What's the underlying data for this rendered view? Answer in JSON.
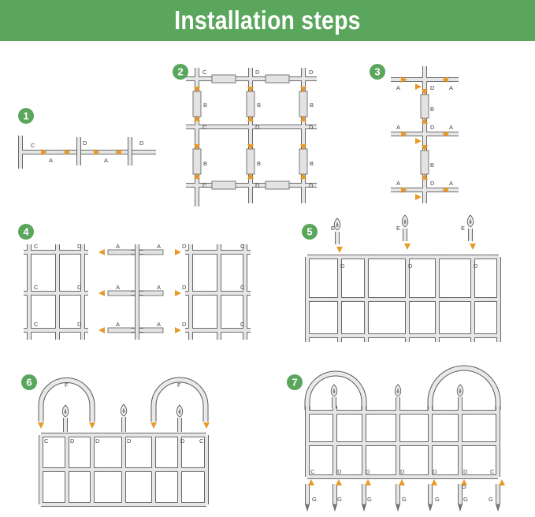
{
  "page": {
    "title": "Installation steps"
  },
  "colors": {
    "header_bg": "#5aa65c",
    "arrow": "#e79a2a",
    "pipe_outline": "#5a5a5a",
    "pipe_fill": "#e3e3e3"
  },
  "steps": [
    {
      "number": "1",
      "labels": [
        "C",
        "A",
        "D",
        "A",
        "D"
      ]
    },
    {
      "number": "2",
      "labels": [
        "C",
        "D",
        "D",
        "B",
        "B",
        "B",
        "C",
        "D",
        "D",
        "B",
        "B",
        "B",
        "C",
        "D",
        "D"
      ]
    },
    {
      "number": "3",
      "labels": [
        "A",
        "D",
        "A",
        "B",
        "A",
        "D",
        "A",
        "B",
        "A",
        "D",
        "A"
      ]
    },
    {
      "number": "4",
      "labels": [
        "C",
        "D",
        "A",
        "A",
        "D",
        "C",
        "C",
        "D",
        "A",
        "A",
        "D",
        "C",
        "C",
        "D",
        "A",
        "A",
        "D",
        "C"
      ]
    },
    {
      "number": "5",
      "labels": [
        "E",
        "E",
        "E",
        "D",
        "D",
        "D"
      ]
    },
    {
      "number": "6",
      "labels": [
        "F",
        "F",
        "C",
        "D",
        "D",
        "D",
        "D",
        "C"
      ]
    },
    {
      "number": "7",
      "labels": [
        "C",
        "D",
        "D",
        "D",
        "D",
        "D",
        "C",
        "G",
        "G",
        "G",
        "G",
        "G",
        "G",
        "G",
        "G"
      ]
    }
  ]
}
